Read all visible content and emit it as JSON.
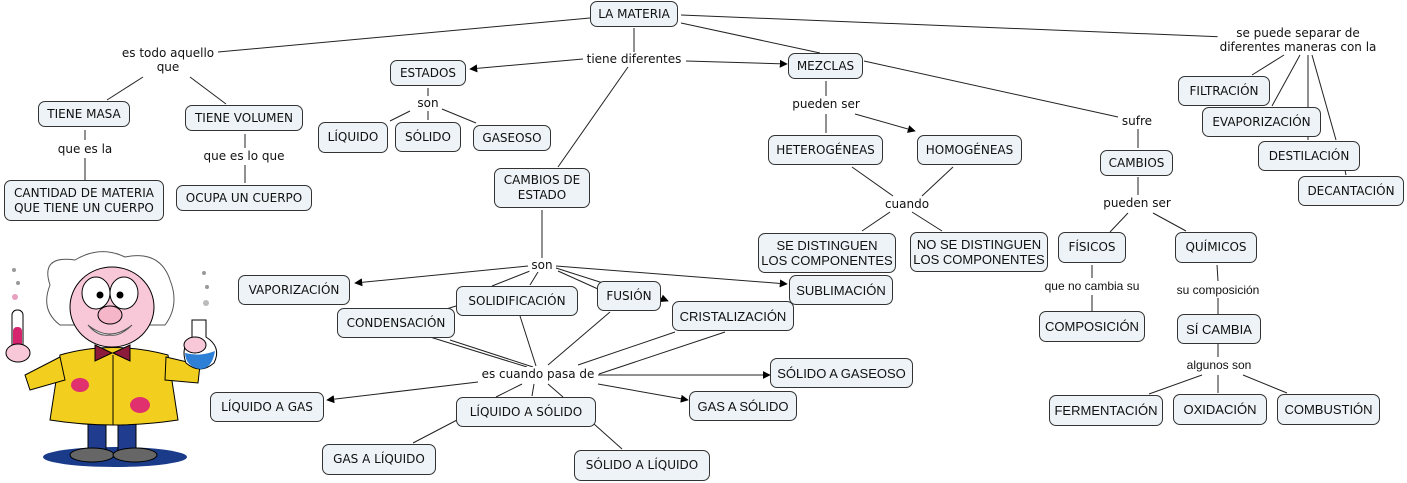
{
  "title": "LA MATERIA",
  "concepts": {
    "materia": "LA MATERIA",
    "tiene_masa": "TIENE MASA",
    "tiene_volumen": "TIENE VOLUMEN",
    "cantidad": "CANTIDAD DE MATERIA\nQUE TIENE UN CUERPO",
    "ocupa": "OCUPA UN CUERPO",
    "estados": "ESTADOS",
    "liquido": "LÍQUIDO",
    "solido": "SÓLIDO",
    "gaseoso": "GASEOSO",
    "cambios_estado": "CAMBIOS DE\nESTADO",
    "mezclas": "MEZCLAS",
    "heterogeneas": "HETEROGÉNEAS",
    "homogeneas": "HOMOGÉNEAS",
    "se_distinguen": "SE DISTINGUEN\nLOS COMPONENTES",
    "no_se_distinguen": "NO SE DISTINGUEN\nLOS COMPONENTES",
    "vaporizacion": "VAPORIZACIÓN",
    "solidificacion": "SOLIDIFICACIÓN",
    "fusion": "FUSIÓN",
    "sublimacion": "SUBLIMACIÓN",
    "condensacion": "CONDENSACIÓN",
    "cristalizacion": "CRISTALIZACIÓN",
    "solido_a_gaseoso": "SÓLIDO A GASEOSO",
    "liquido_a_gas": "LÍQUIDO A GAS",
    "liquido_a_solido": "LÍQUIDO A  SÓLIDO",
    "gas_a_solido": "GAS A SÓLIDO",
    "gas_a_liquido": "GAS A LÍQUIDO",
    "solido_a_liquido": "SÓLIDO A LÍQUIDO",
    "cambios": "CAMBIOS",
    "fisicos": "FÍSICOS",
    "quimicos": "QUÍMICOS",
    "composicion": "COMPOSICIÓN",
    "si_cambia": "SÍ CAMBIA",
    "fermentacion": "FERMENTACIÓN",
    "oxidacion": "OXIDACIÓN",
    "combustion": "COMBUSTIÓN",
    "filtracion": "FILTRACIÓN",
    "evaporizacion": "EVAPORIZACIÓN",
    "destilacion": "DESTILACIÓN",
    "decantacion": "DECANTACIÓN"
  },
  "links": {
    "es_todo": "es todo aquello\nque",
    "que_es_la": "que es la",
    "que_es_lo_que": "que es lo que",
    "tiene_diferentes": "tiene diferentes",
    "son_estados": "son",
    "pueden_ser_mezclas": "pueden ser",
    "cuando": "cuando",
    "son_cambios": "son",
    "es_cuando_pasa_de": "es cuando pasa de",
    "sufre": "sufre",
    "pueden_ser_cambios": "pueden ser",
    "que_no_cambia_su": "que no cambia su",
    "su_composicion": "su composición",
    "algunos_son": "algunos son",
    "se_puede_separar": "se puede separar de\ndiferentes maneras con la"
  },
  "illustration": "scientist-cartoon"
}
